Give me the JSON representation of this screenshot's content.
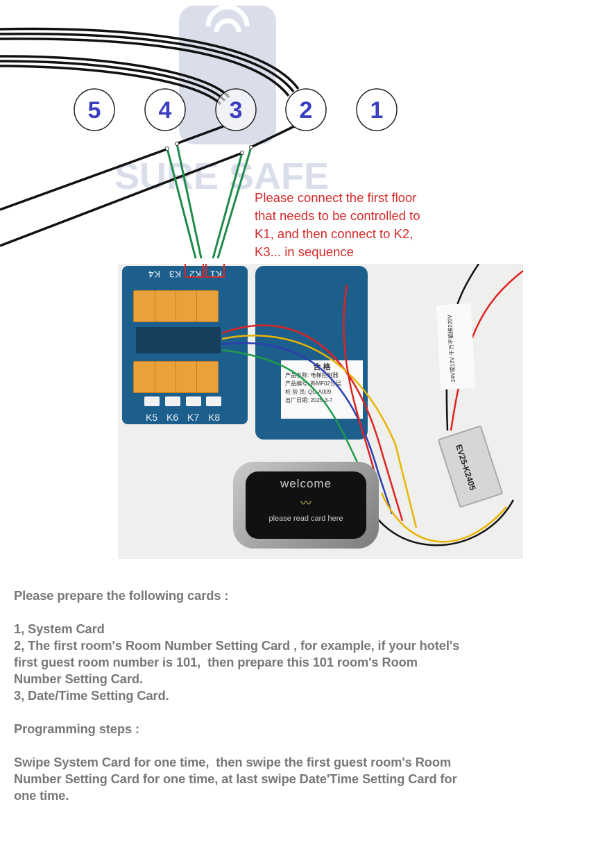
{
  "diagram": {
    "floor_buttons": [
      "5",
      "4",
      "3",
      "2",
      "1"
    ],
    "watermark": "SURE SAFE",
    "note_lines": [
      "Please connect the first floor",
      "that needs to be controlled to",
      "K1, and then connect to K2,",
      "K3... in sequence"
    ],
    "colors": {
      "circle_text": "#3a3fbf",
      "note": "#d42a2a",
      "wire_green": "#1f8a4a",
      "highlight": "#d42a2a"
    }
  },
  "photo": {
    "relay_top_labels": [
      "K4",
      "K3",
      "K2",
      "K1"
    ],
    "relay_bottom_labels": [
      "K5",
      "K6",
      "K7",
      "K8"
    ],
    "tag_lines": [
      "合 格",
      "产品名称: 电梯控制器",
      "产品编号: 新MF02分层",
      "检 验 员: QC-A009",
      "出厂日期: 2025-3-7"
    ],
    "reader_title": "welcome",
    "reader_hint": "please read card here",
    "converter_label": "EV25-K2405",
    "sleeve_label": "24V或12V 千万不能接220V"
  },
  "instructions": {
    "lines": [
      "Please prepare the following cards :",
      "",
      "1, System Card",
      "2, The first room's Room Number Setting Card , for example, if your hotel's",
      "first guest room number is 101,  then prepare this 101 room's Room",
      "Number Setting Card.",
      "3, Date/Time Setting Card.",
      "",
      "Programming steps :",
      "",
      "Swipe System Card for one time,  then swipe the first guest room's Room",
      "Number Setting Card for one time, at last swipe Date'Time Setting Card for",
      "one time."
    ]
  }
}
